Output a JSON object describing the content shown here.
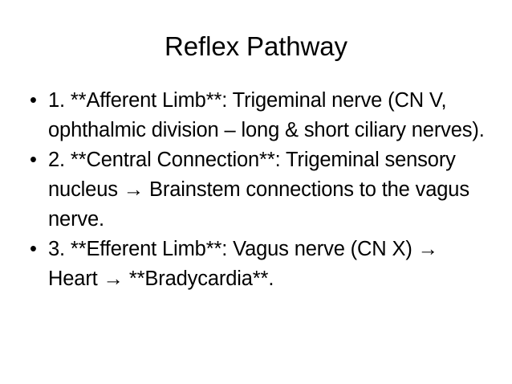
{
  "slide": {
    "title": "Reflex Pathway",
    "bullet_marker": "•",
    "text_color": "#000000",
    "background_color": "#ffffff",
    "bullets": [
      {
        "text": "1. **Afferent Limb**: Trigeminal nerve (CN V, ophthalmic division – long & short ciliary nerves)."
      },
      {
        "text": "2. **Central Connection**: Trigeminal sensory nucleus → Brainstem connections to the vagus nerve."
      },
      {
        "text": "3. **Efferent Limb**: Vagus nerve (CN X) → Heart → **Bradycardia**."
      }
    ]
  }
}
